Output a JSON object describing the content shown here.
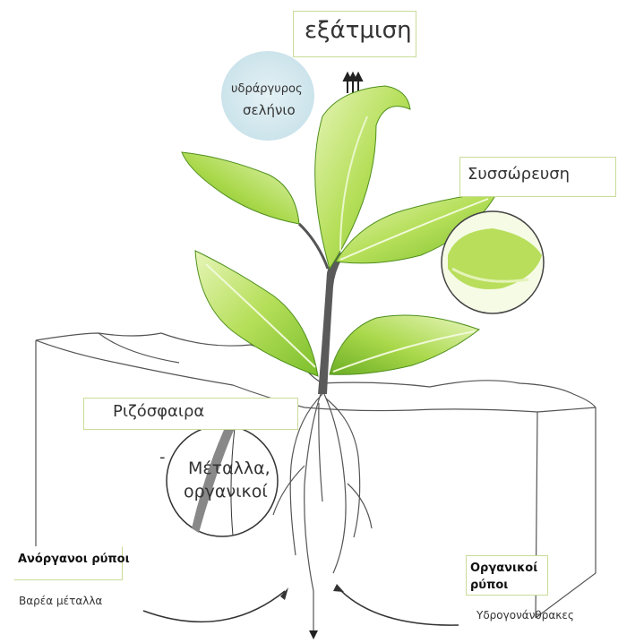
{
  "labels": {
    "evaporation": "εξάτμιση",
    "mercury": "υδράργυρος",
    "selenium": "σελήνιο",
    "accumulation": "Συσσώρευση",
    "rhizosphere": "Ριζόσφαιρα",
    "metals_line1": "Μέταλλα,",
    "metals_line2": "οργανικοί",
    "inorganic_pollutants": "Ανόργανοι ρύποι",
    "heavy_metals": "Βαρέα μέταλλα",
    "organic_line1": "Οργανικοί",
    "organic_line2": "ρύποι",
    "hydrocarbons": "Υδρογονάνθρακες",
    "minus": "-"
  },
  "colors": {
    "leaf_light": "#d8ee9a",
    "leaf_mid": "#a8d64a",
    "leaf_dark": "#6fb328",
    "stem": "#555555",
    "bubble": "#d3e8ee",
    "box_border": "#c9dc98"
  }
}
